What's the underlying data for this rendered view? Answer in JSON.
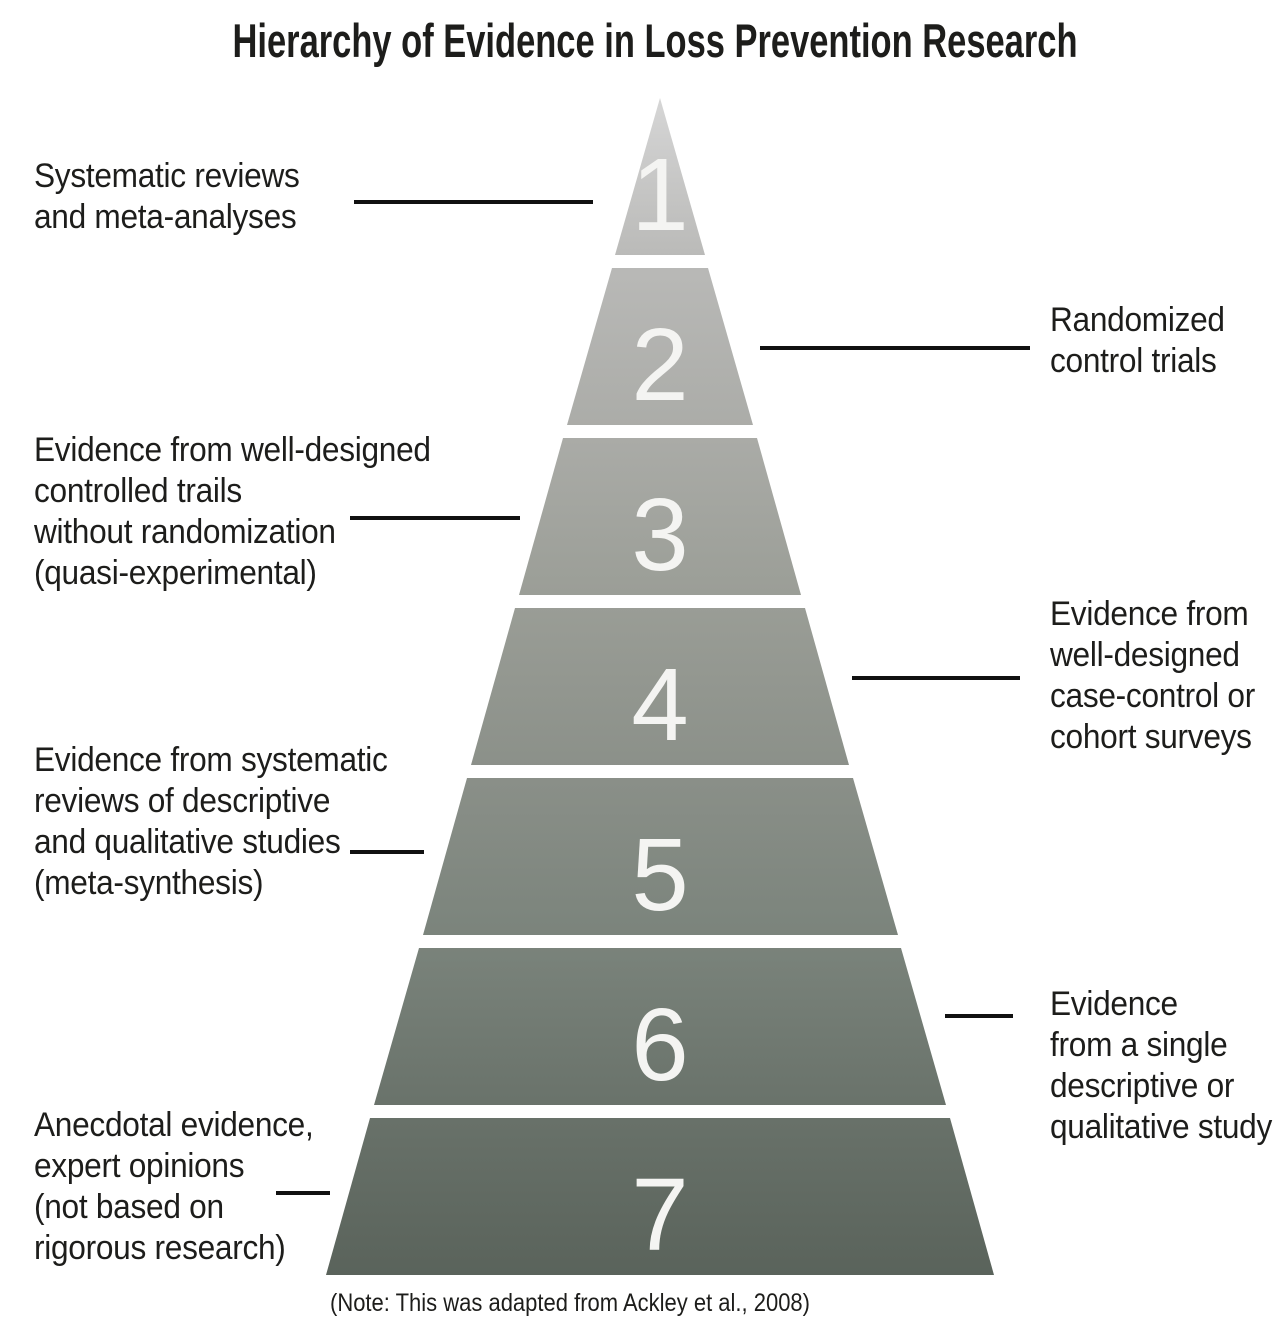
{
  "title": "Hierarchy of Evidence in Loss Prevention Research",
  "note": "(Note: This was adapted from Ackley et al., 2008)",
  "pyramid": {
    "levels": [
      {
        "number": "1",
        "side": "left",
        "label": "Systematic reviews\nand meta-analyses"
      },
      {
        "number": "2",
        "side": "right",
        "label": "Randomized\ncontrol trials"
      },
      {
        "number": "3",
        "side": "left",
        "label": "Evidence from well-designed\ncontrolled trails\nwithout randomization\n(quasi-experimental)"
      },
      {
        "number": "4",
        "side": "right",
        "label": "Evidence from\nwell-designed\ncase-control or\ncohort surveys"
      },
      {
        "number": "5",
        "side": "left",
        "label": "Evidence from systematic\nreviews of descriptive\nand qualitative studies\n(meta-synthesis)"
      },
      {
        "number": "6",
        "side": "right",
        "label": "Evidence\nfrom a single\ndescriptive or\nqualitative study"
      },
      {
        "number": "7",
        "side": "left",
        "label": "Anecdotal evidence,\nexpert opinions\n(not based on\nrigorous research)"
      }
    ]
  },
  "colors": {
    "background": "#ffffff",
    "text": "#1d1d1b",
    "digit": "#f4f4f2",
    "connector": "#111111",
    "gradient": [
      "#d6d6d6",
      "#c7c7c6",
      "#b9b9b7",
      "#abaca8",
      "#9b9e97",
      "#8b9089",
      "#7a837b",
      "#69726a",
      "#5a635b"
    ]
  }
}
